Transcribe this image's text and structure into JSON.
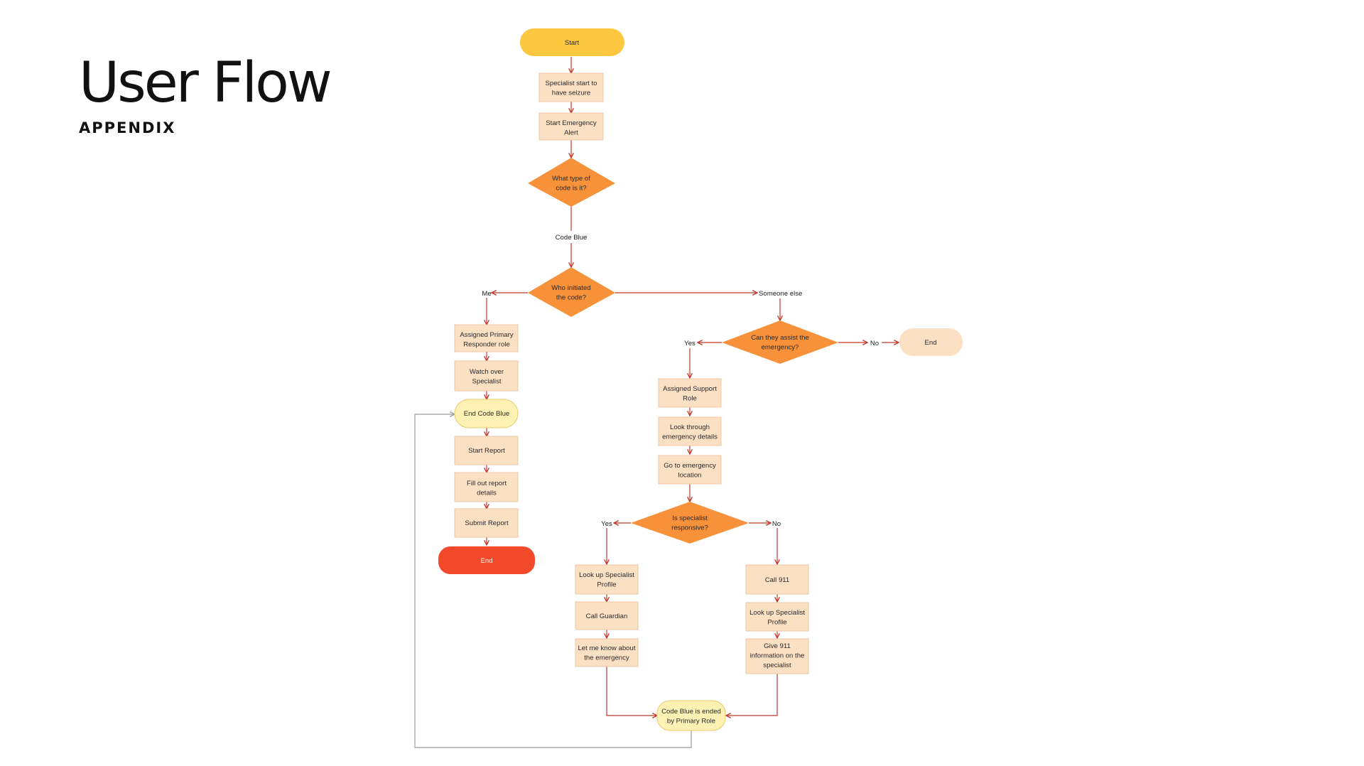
{
  "header": {
    "title": "User Flow",
    "subtitle": "APPENDIX"
  },
  "colors": {
    "start": "#FDC840",
    "process": "#FCE0C3",
    "process_border": "#EBC9A4",
    "decision": "#F7913A",
    "yellow_terminal": "#FEF1B4",
    "yellow_terminal_border": "#E8CB6A",
    "end_soft": "#FCE0C3",
    "end_strong": "#F2492A",
    "arrow": "#C0392B",
    "loop": "#9A9A9A"
  },
  "nodes": {
    "start": "Start",
    "seizure": [
      "Specialist start to",
      "have seizure"
    ],
    "alert": [
      "Start Emergency",
      "Alert"
    ],
    "code_type": [
      "What type of",
      "code is it?"
    ],
    "who_initiated": [
      "Who initiated",
      "the code?"
    ],
    "primary_role": [
      "Assigned Primary",
      "Responder role"
    ],
    "watch_over": [
      "Watch over",
      "Specialist"
    ],
    "end_code_blue": "End Code Blue",
    "start_report": "Start Report",
    "fill_report": [
      "Fill out report",
      "details"
    ],
    "submit_report": "Submit Report",
    "end_main": "End",
    "can_assist": [
      "Can they assist the",
      "emergency?"
    ],
    "end_assist": "End",
    "support_role": [
      "Assigned Support",
      "Role"
    ],
    "look_details": [
      "Look through",
      "emergency details"
    ],
    "go_location": [
      "Go to emergency",
      "location"
    ],
    "responsive": [
      "Is specialist",
      "responsive?"
    ],
    "lookup_profile_yes": [
      "Look up Specialist",
      "Profile"
    ],
    "call_guardian": "Call Guardian",
    "let_me_know": [
      "Let me know about",
      "the emergency"
    ],
    "call_911": "Call 911",
    "lookup_profile_no": [
      "Look up Specialist",
      "Profile"
    ],
    "give_911": [
      "Give 911",
      "information on the",
      "specialist"
    ],
    "code_blue_ended": [
      "Code Blue is ended",
      "by Primary Role"
    ]
  },
  "edge_labels": {
    "code_blue": "Code Blue",
    "me": "Me",
    "someone_else": "Someone else",
    "assist_yes": "Yes",
    "assist_no": "No",
    "resp_yes": "Yes",
    "resp_no": "No"
  }
}
